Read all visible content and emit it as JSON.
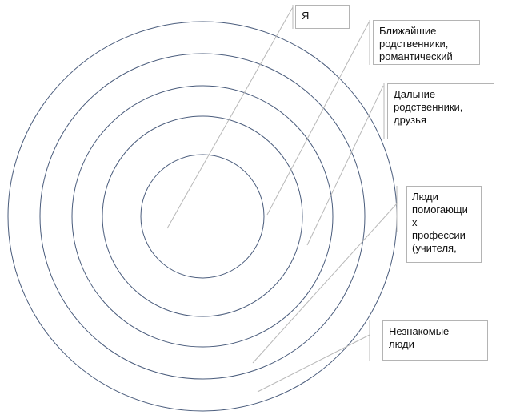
{
  "labels": {
    "me": "Я",
    "close": "Ближайшие\nродственники,\nромантический",
    "far": "Дальние\nродственники,\nдрузья",
    "helpers": "Люди\nпомогающи\nх\nпрофессии\n(учителя,",
    "strangers": "Незнакомые\nлюди"
  },
  "colors": {
    "circle_stroke": "#4a5c7c",
    "leader_line": "#b8b8b8",
    "box_border": "#b4b4b4"
  }
}
